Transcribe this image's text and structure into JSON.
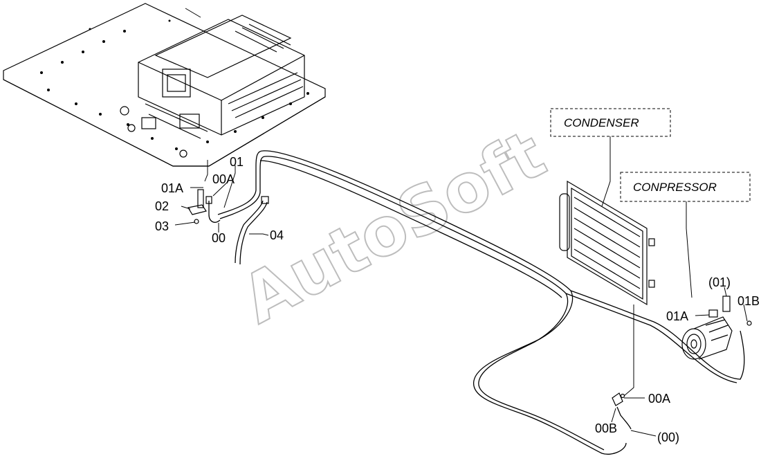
{
  "watermark": "AutoSoft",
  "boxes": {
    "condenser": "CONDENSER",
    "compressor": "CONPRESSOR"
  },
  "labels": {
    "l01": "01",
    "l01A_left": "01A",
    "l00A_left": "00A",
    "l02": "02",
    "l03": "03",
    "l00": "00",
    "l04": "04",
    "l01_paren": "(01)",
    "l01A_right": "01A",
    "l01B": "01B",
    "l00A_right": "00A",
    "l00B": "00B",
    "l00_paren": "(00)"
  }
}
